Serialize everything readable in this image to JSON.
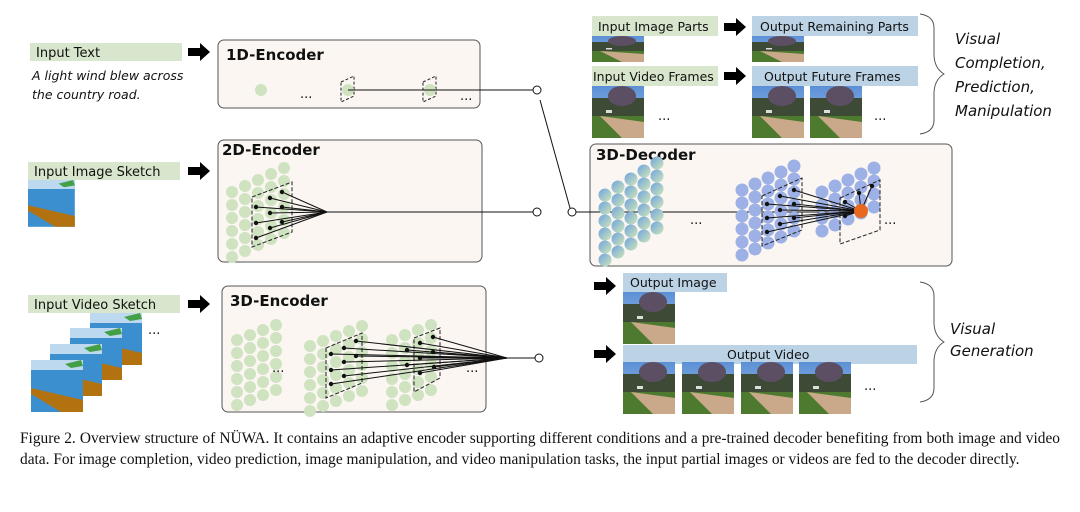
{
  "inputs": {
    "text_label": "Input Text",
    "text_example_line1": "A light wind blew across",
    "text_example_line2": "the country road.",
    "image_sketch_label": "Input Image Sketch",
    "video_sketch_label": "Input Video Sketch",
    "ellipsis": "..."
  },
  "encoders": {
    "e1d_title": "1D-Encoder",
    "e2d_title": "2D-Encoder",
    "e3d_title": "3D-Encoder"
  },
  "decoder": {
    "title": "3D-Decoder"
  },
  "tasks_top": {
    "input_image_parts": "Input Image Parts",
    "output_remaining_parts": "Output Remaining Parts",
    "input_video_frames": "Input Video Frames",
    "output_future_frames": "Output Future Frames",
    "group_label_line1": "Visual",
    "group_label_line2": "Completion,",
    "group_label_line3": "Prediction,",
    "group_label_line4": "Manipulation"
  },
  "tasks_bottom": {
    "output_image": "Output Image",
    "output_video": "Output Video",
    "group_label_line1": "Visual",
    "group_label_line2": "Generation"
  },
  "colors": {
    "input_label_bg": "#d7e6cc",
    "output_label_bg": "#bcd3e6",
    "box_bg": "#fbf6f2",
    "enc_node": "#cfe3c0",
    "dec_node": "#9eb1e6",
    "target_node": "#e8681f"
  },
  "caption": "Figure 2. Overview structure of NÜWA. It contains an adaptive encoder supporting different conditions and a pre-trained decoder benefiting from both image and video data.  For image completion, video prediction, image manipulation, and video manipulation tasks, the input partial images or videos are fed to the decoder directly."
}
